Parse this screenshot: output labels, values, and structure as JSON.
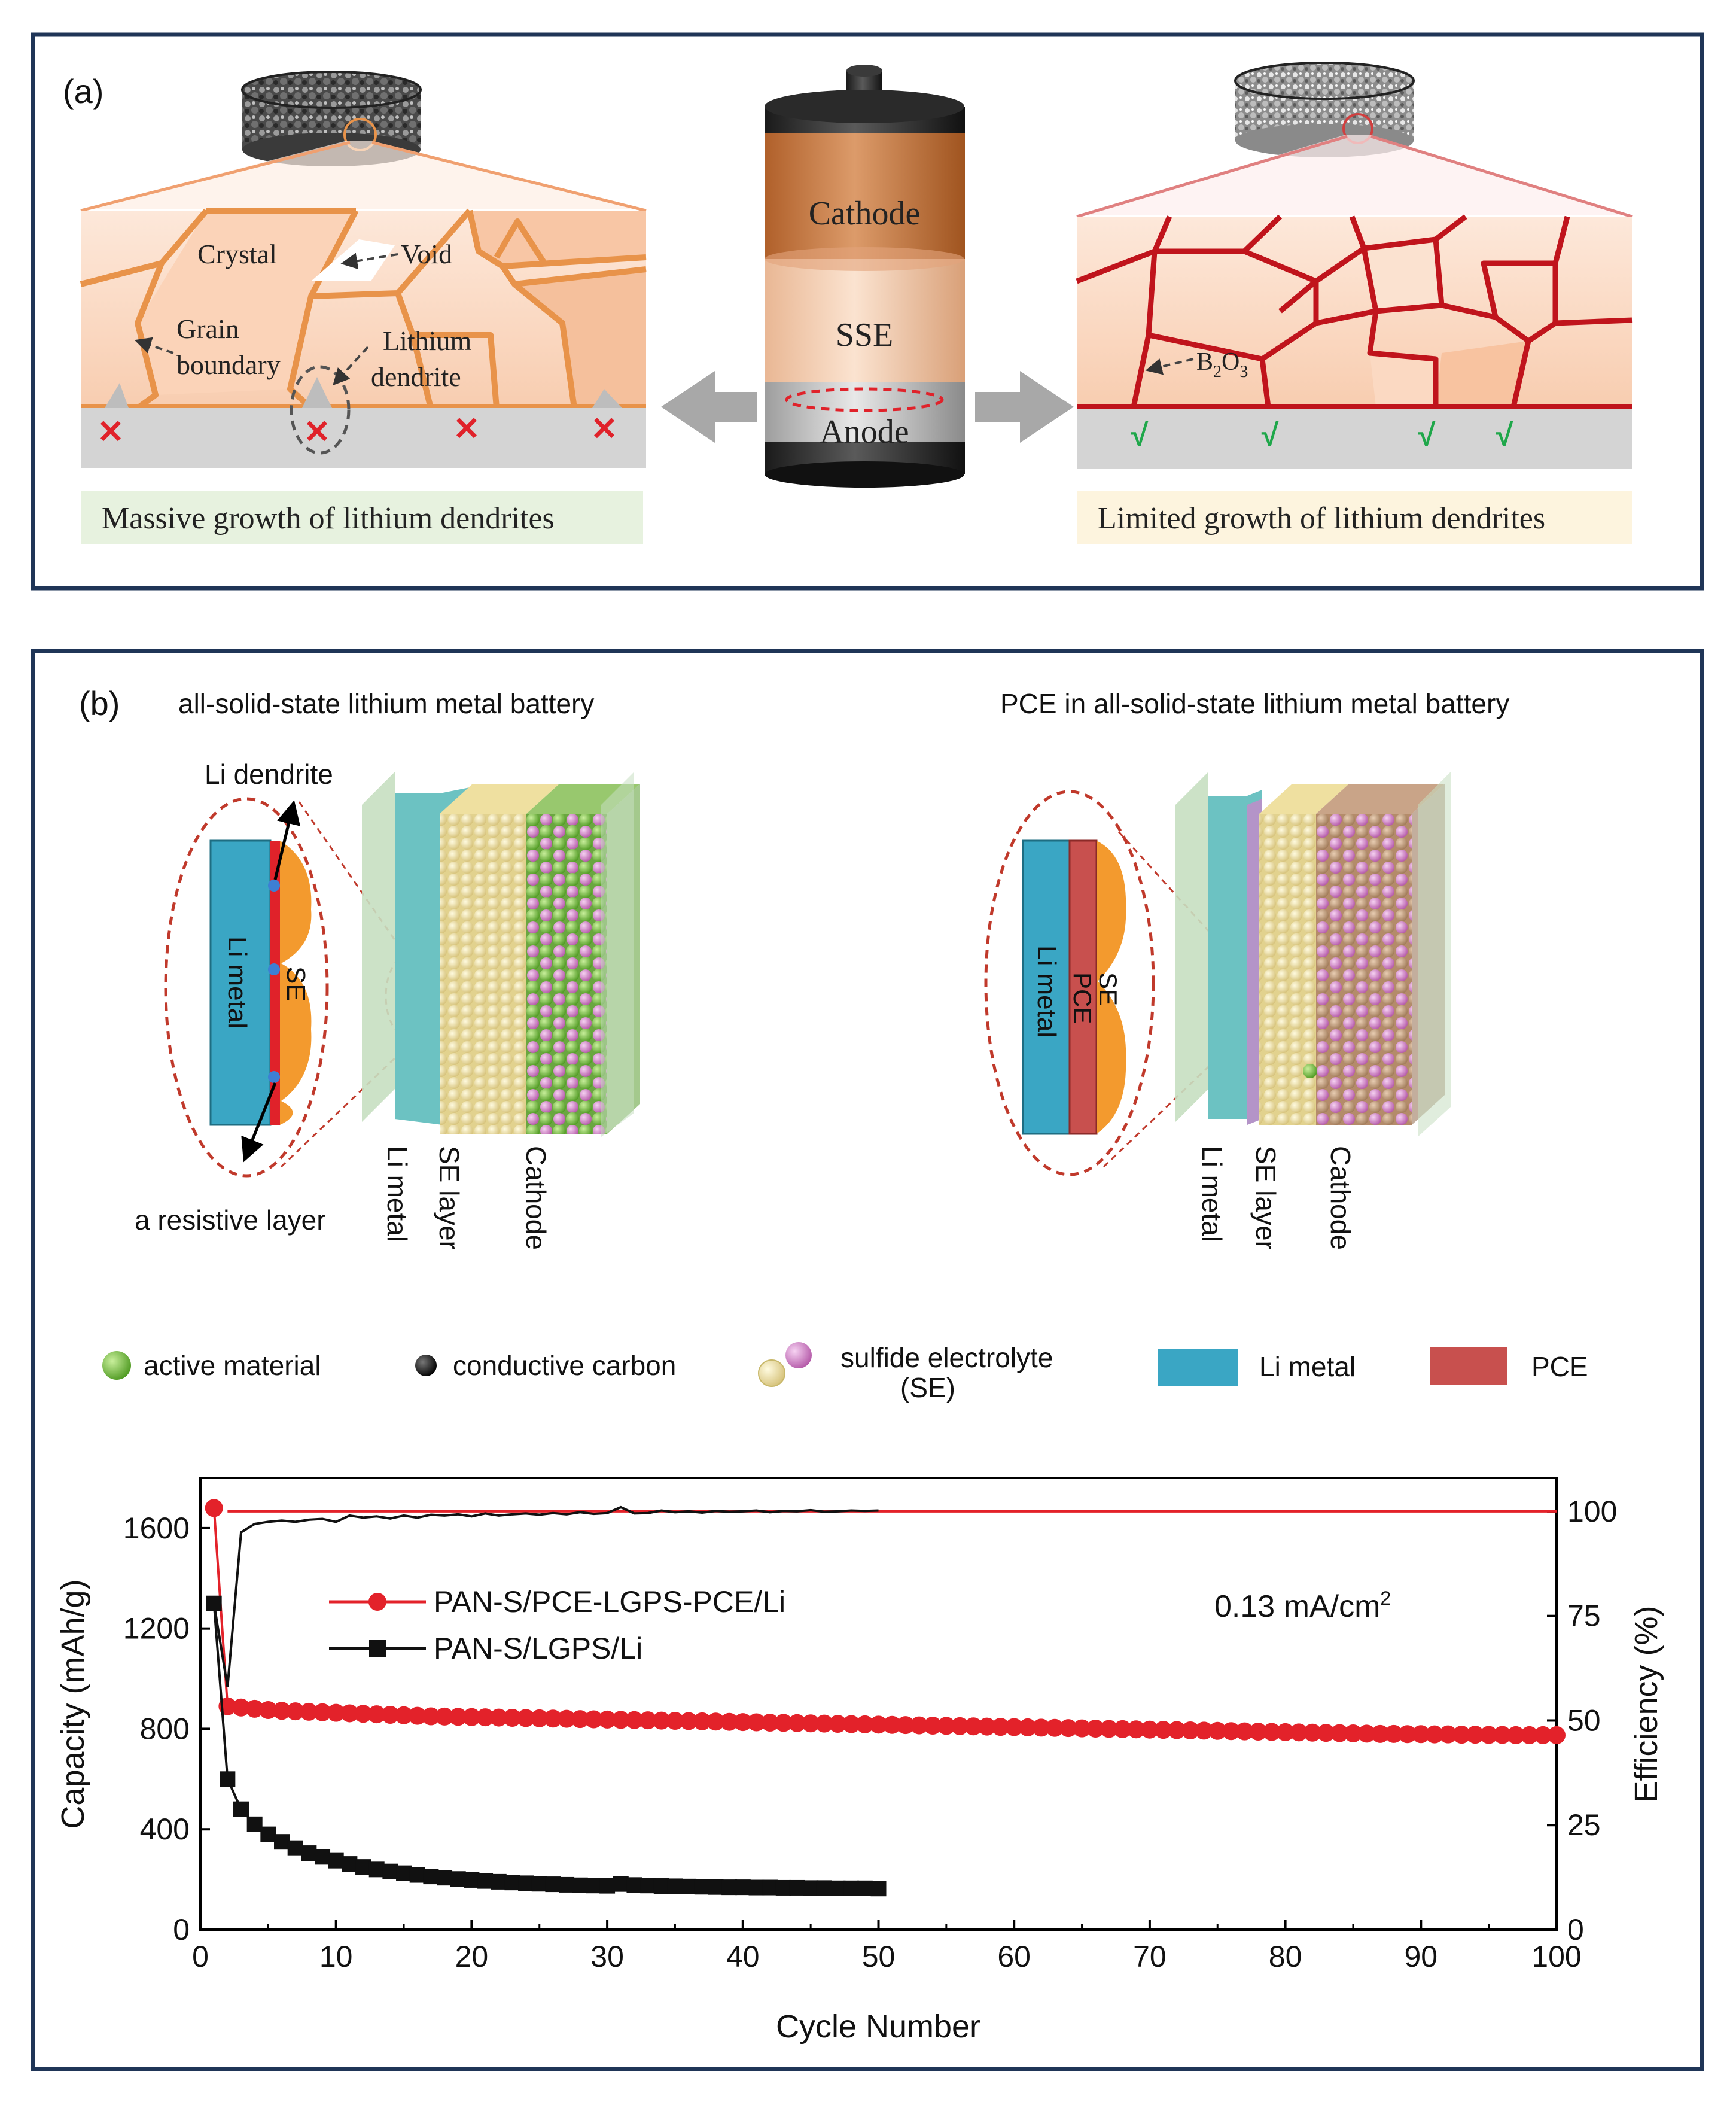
{
  "panel_a": {
    "label": "(a)",
    "battery": {
      "cathode": "Cathode",
      "sse": "SSE",
      "anode": "Anode"
    },
    "left": {
      "crystal": "Crystal",
      "void": "Void",
      "grain": "Grain",
      "boundary": "boundary",
      "lithium": "Lithium",
      "dendrite": "dendrite",
      "caption": "Massive growth of  lithium dendrites",
      "marks": [
        "✕",
        "✕",
        "✕",
        "✕"
      ]
    },
    "right": {
      "b2o3_b": "B",
      "b2o3_2": "2",
      "b2o3_o": "O",
      "b2o3_3": "3",
      "caption": "Limited growth of  lithium dendrites",
      "marks": [
        "√",
        "√",
        "√",
        "√"
      ]
    }
  },
  "panel_b": {
    "label": "(b)",
    "left_title": "all-solid-state lithium metal battery",
    "right_title": "PCE in all-solid-state lithium metal battery",
    "li_dendrite": "Li dendrite",
    "resistive_layer": "a resistive layer",
    "li_metal": "Li metal",
    "se": "SE",
    "pce": "PCE",
    "layer_labels": [
      "Li metal",
      "SE layer",
      "Cathode"
    ],
    "legend": {
      "active_material": "active material",
      "conductive_carbon": "conductive carbon",
      "sulfide_line1": "sulfide electrolyte",
      "sulfide_line2": "(SE)",
      "li_metal": "Li metal",
      "pce": "PCE"
    }
  },
  "colors": {
    "frame": "#1f3557",
    "grain_orange": "#e8934a",
    "grain_red": "#c0141c",
    "li_blue": "#3aa6c4",
    "pce_red": "#c8504e",
    "se_yellow": "#f1e2a0",
    "active_green": "#7cc34a",
    "se_pink": "#d98ad0",
    "series_red": "#e3222a",
    "series_black": "#111111"
  },
  "chart_data": {
    "type": "line",
    "xlabel": "Cycle Number",
    "ylabel": "Capacity (mAh/g)",
    "y2label": "Efficiency (%)",
    "xlim": [
      0,
      100
    ],
    "ylim": [
      0,
      1800
    ],
    "y2lim": [
      0,
      108
    ],
    "xticks": [
      "0",
      "10",
      "20",
      "30",
      "40",
      "50",
      "60",
      "70",
      "80",
      "90",
      "100"
    ],
    "yticks": [
      "0",
      "400",
      "800",
      "1200",
      "1600"
    ],
    "y2ticks": [
      "0",
      "25",
      "50",
      "75",
      "100"
    ],
    "annotation": "0.13 mA/cm",
    "annotation_sup": "2",
    "series": [
      {
        "name": "PAN-S/PCE-LGPS-PCE/Li",
        "color": "#e3222a",
        "marker": "circle",
        "capacity": [
          1680,
          890,
          885,
          880,
          875,
          872,
          870,
          868,
          866,
          864,
          862,
          860,
          858,
          856,
          854,
          852,
          850,
          849,
          848,
          847,
          846,
          845,
          844,
          843,
          842,
          841,
          840,
          839,
          838,
          837,
          836,
          835,
          834,
          833,
          832,
          831,
          830,
          829,
          828,
          827,
          826,
          825,
          824,
          823,
          822,
          821,
          820,
          819,
          818,
          817,
          816,
          815,
          814,
          813,
          812,
          811,
          810,
          809,
          808,
          807,
          806,
          805,
          804,
          803,
          802,
          801,
          800,
          799,
          798,
          797,
          796,
          795,
          794,
          793,
          792,
          791,
          790,
          789,
          788,
          787,
          786,
          785,
          784,
          783,
          782,
          781,
          780,
          780,
          779,
          779,
          778,
          778,
          777,
          777,
          776,
          776,
          775,
          775,
          775,
          775
        ],
        "efficiency_note": "approximately 100% for all cycles (drops at cycle 2)",
        "efficiency": [
          100,
          100
        ]
      },
      {
        "name": "PAN-S/LGPS/Li",
        "color": "#111111",
        "marker": "square",
        "capacity": [
          1300,
          600,
          480,
          420,
          380,
          350,
          325,
          305,
          290,
          275,
          262,
          250,
          240,
          232,
          225,
          218,
          212,
          207,
          202,
          198,
          194,
          191,
          188,
          185,
          183,
          181,
          179,
          177,
          176,
          175,
          182,
          178,
          176,
          174,
          173,
          172,
          171,
          170,
          169,
          169,
          168,
          168,
          167,
          167,
          166,
          166,
          165,
          165,
          165,
          164
        ],
        "efficiency": [
          78,
          58,
          95,
          97,
          97.5,
          97.8,
          97.5,
          98,
          98.2,
          97.5,
          99,
          98.5,
          98.8,
          98.3,
          99,
          98.5,
          99.2,
          99,
          99.3,
          98.8,
          99.5,
          99,
          99.3,
          99.5,
          99.2,
          99.6,
          99.3,
          99.8,
          99.4,
          99.6,
          101,
          99.5,
          99.6,
          100.2,
          99.8,
          100,
          99.7,
          100.1,
          99.9,
          100,
          100.2,
          99.8,
          100.1,
          100,
          100.3,
          99.9,
          100,
          100.2,
          100.1,
          100.2
        ]
      }
    ]
  }
}
